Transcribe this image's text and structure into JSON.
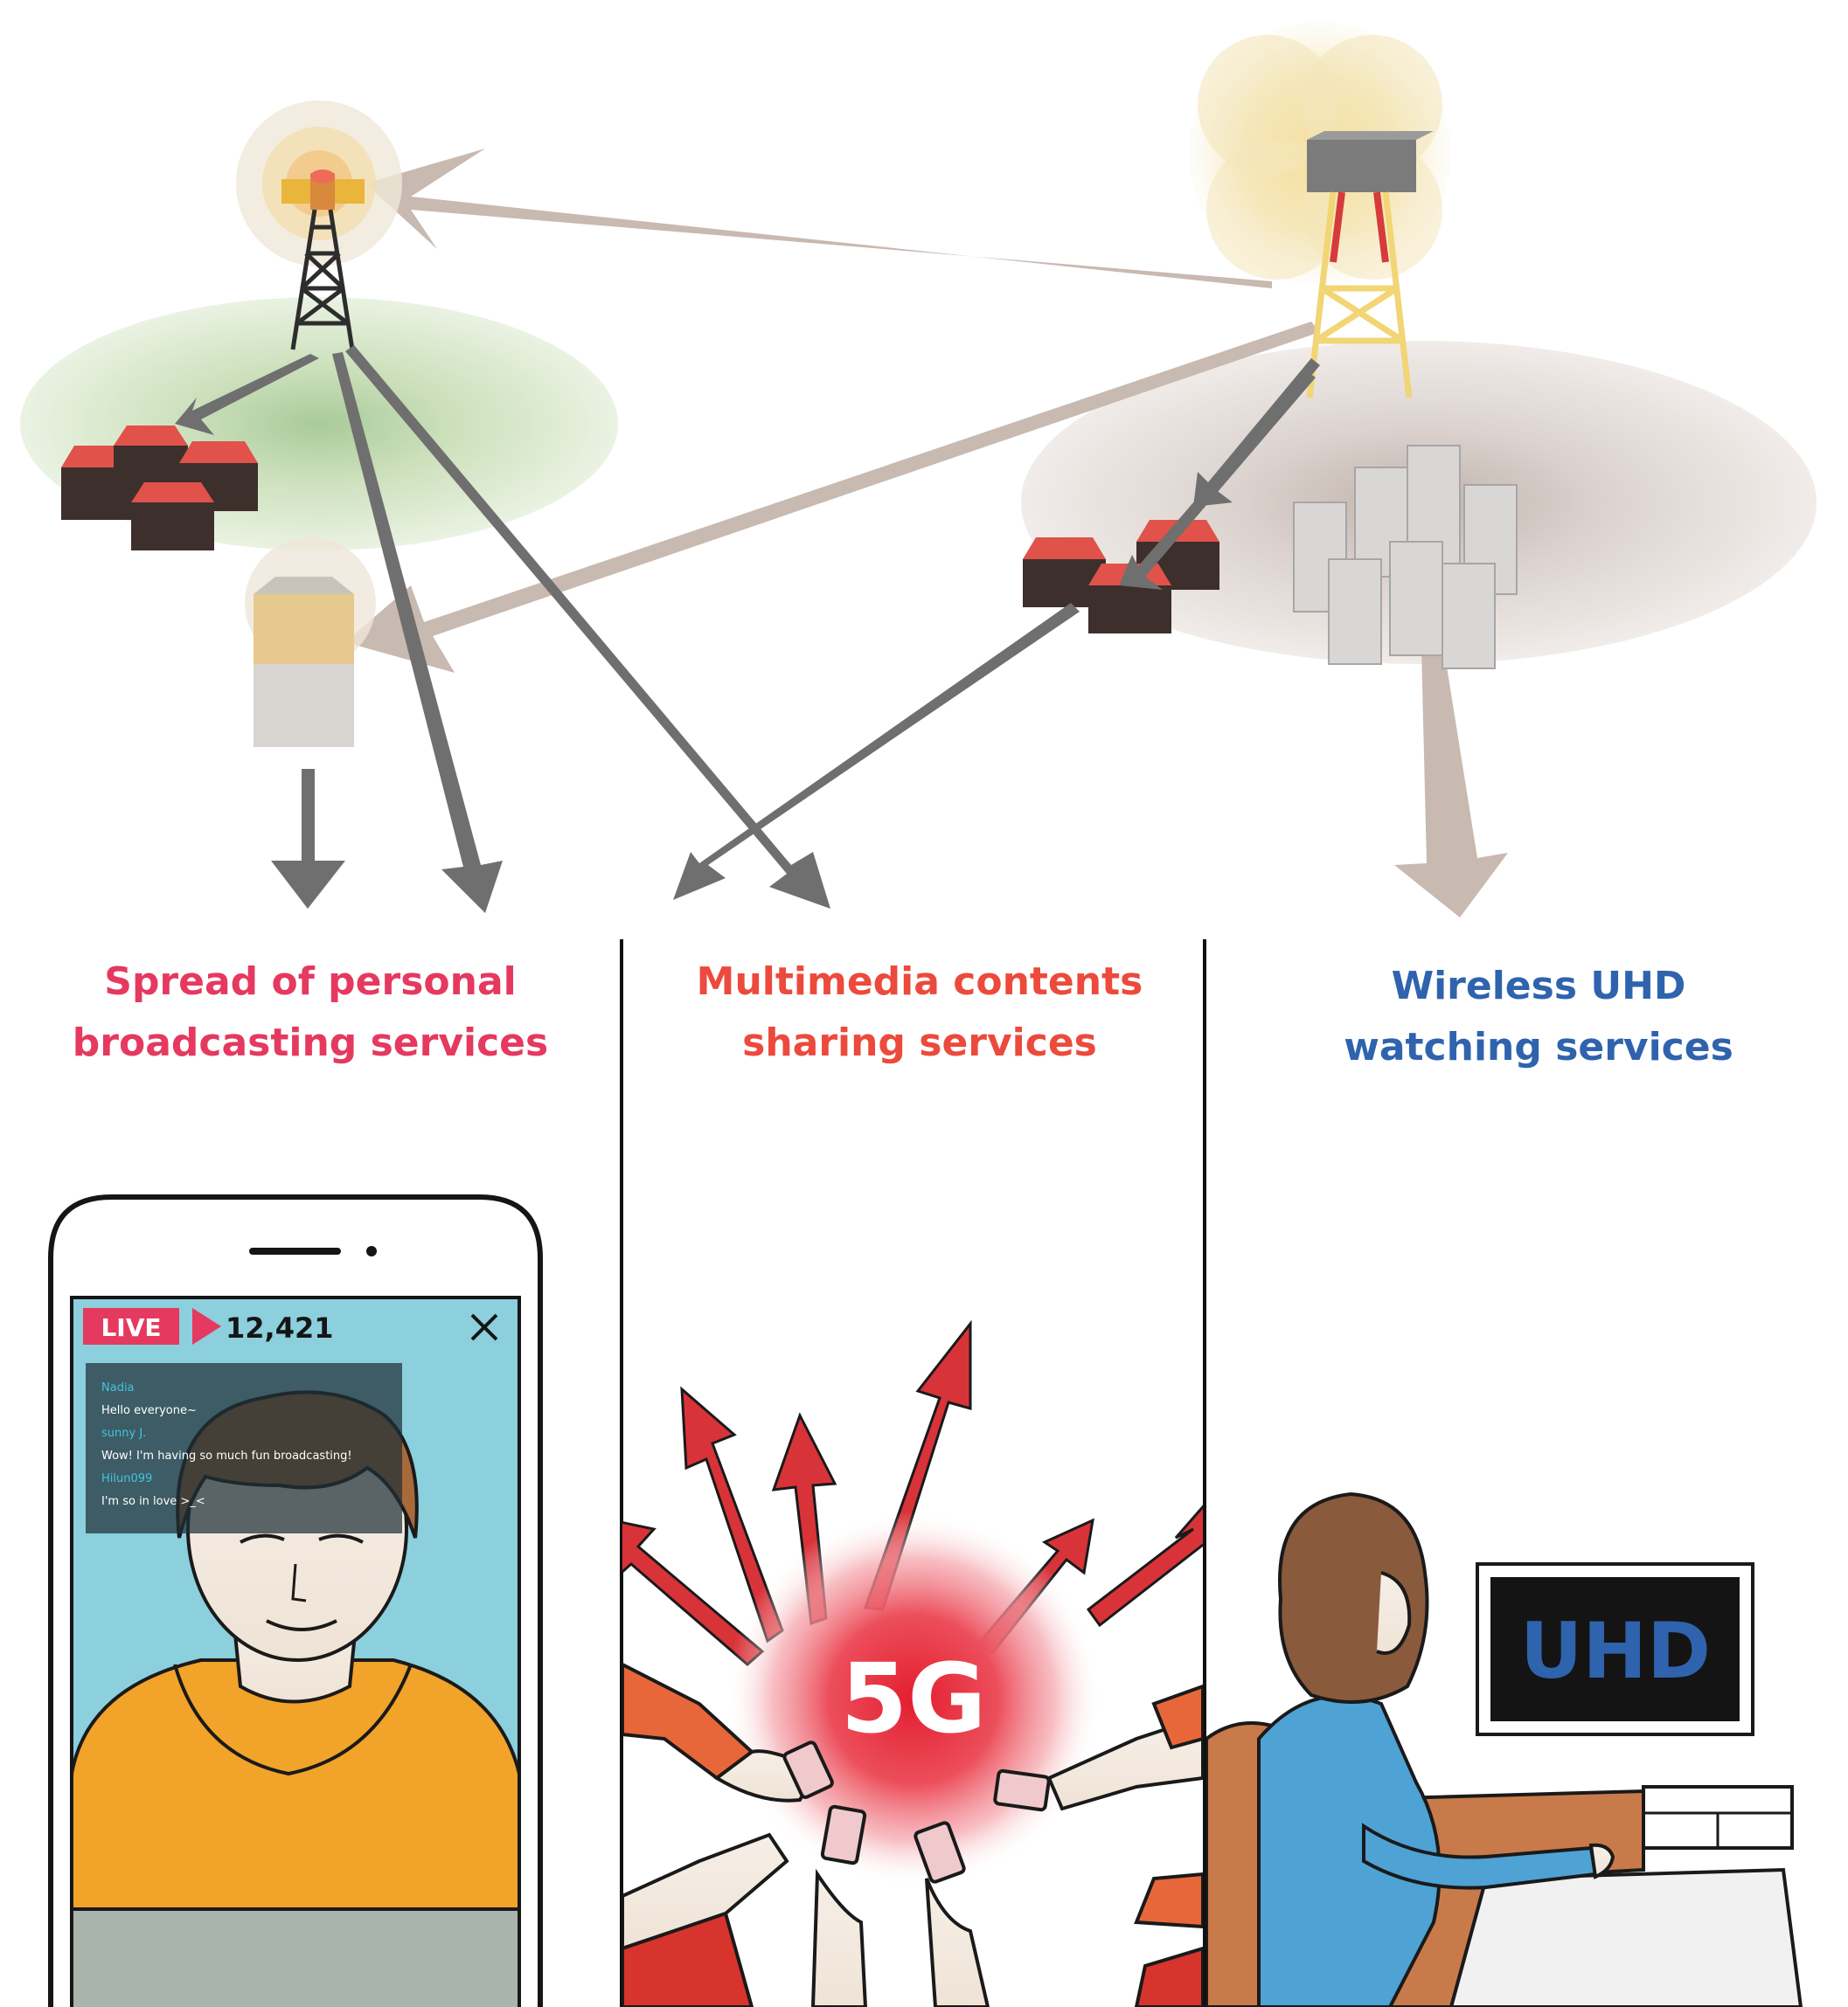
{
  "panels": {
    "personal": {
      "title_line1": "Spread of personal",
      "title_line2": "broadcasting services",
      "title_color": "#e5395f"
    },
    "multimedia": {
      "title_line1": "Multimedia contents",
      "title_line2": "sharing services",
      "title_color": "#ec4a3c",
      "badge": "5G"
    },
    "uhd": {
      "title_line1": "Wireless UHD",
      "title_line2": "watching services",
      "title_color": "#2f63ad",
      "tv_label": "UHD"
    }
  },
  "phone": {
    "live_label": "LIVE",
    "viewer_count": "12,421",
    "close_icon": "close-icon",
    "chat": [
      {
        "name": "Nadia",
        "message": "Hello everyone~"
      },
      {
        "name": "sunny J.",
        "message": "Wow! I'm having so much fun broadcasting!"
      },
      {
        "name": "Hilun099",
        "message": "I'm so in love >_<"
      }
    ]
  },
  "colors": {
    "live_badge": "#e5395f",
    "phone_screen": "#8ccfdd",
    "badge_glow": "#e8283a",
    "arrow_dark": "#6d6d6d",
    "arrow_light": "#c5b6ae",
    "signal_arrows": "#d9333a",
    "tv_text": "#2f63ad"
  }
}
